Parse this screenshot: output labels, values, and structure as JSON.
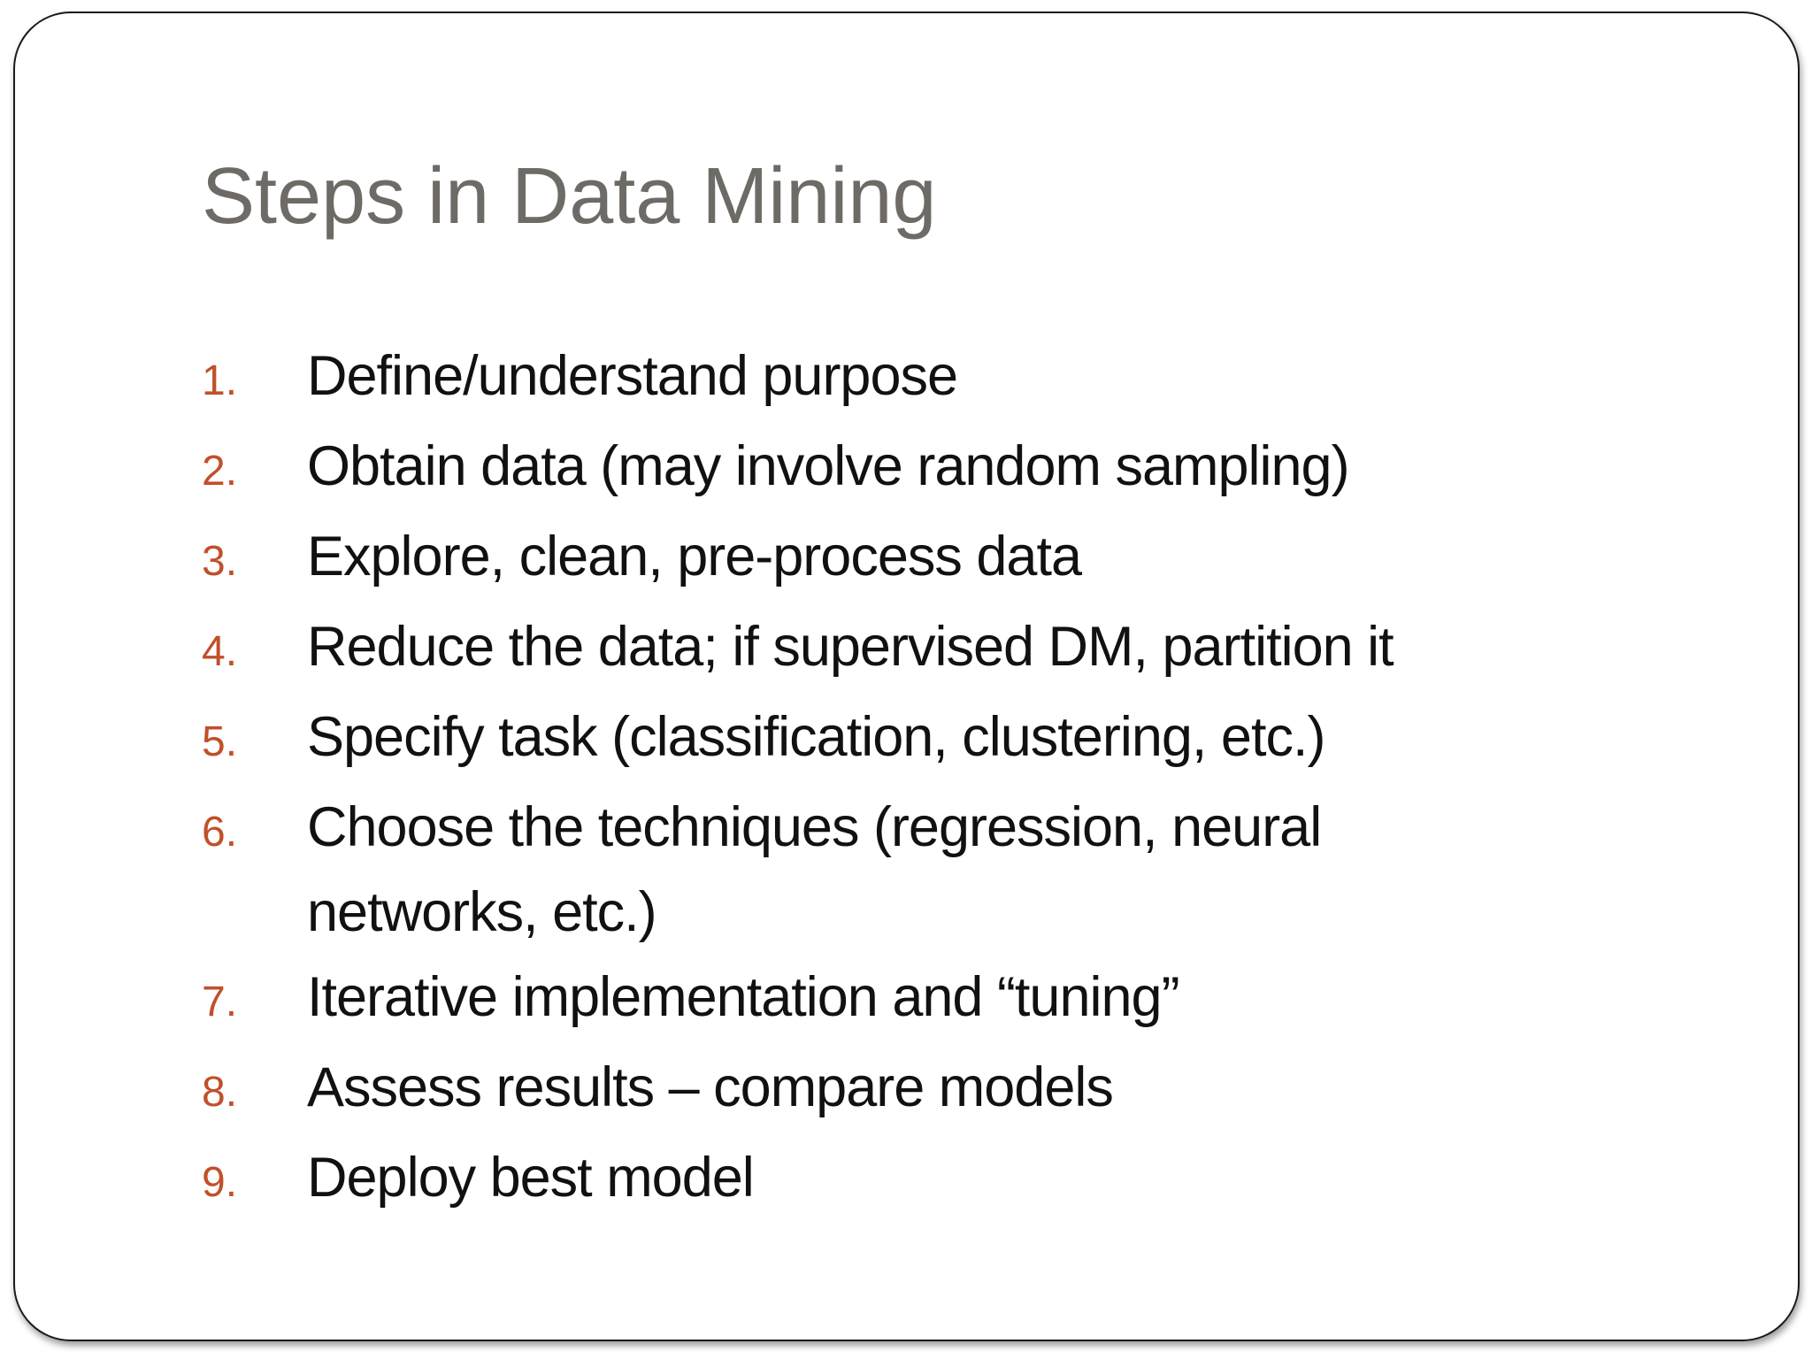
{
  "slide": {
    "title": "Steps in Data Mining",
    "list": [
      {
        "number": "1.",
        "text": "Define/understand purpose"
      },
      {
        "number": "2.",
        "text": "Obtain data (may involve random sampling)"
      },
      {
        "number": "3.",
        "text": "Explore, clean, pre-process data"
      },
      {
        "number": "4.",
        "text": "Reduce the data; if supervised DM, partition it"
      },
      {
        "number": "5.",
        "text": "Specify task (classification, clustering, etc.)"
      },
      {
        "number": "6.",
        "text": "Choose the techniques (regression, neural\nnetworks, etc.)"
      },
      {
        "number": "7.",
        "text": "Iterative implementation and “tuning”"
      },
      {
        "number": "8.",
        "text": "Assess results – compare models"
      },
      {
        "number": "9.",
        "text": "Deploy best model"
      }
    ],
    "colors": {
      "accent": "#c1502a",
      "title": "#6e6a66",
      "text": "#111111",
      "border": "#1a1a1a",
      "background": "#ffffff"
    }
  }
}
